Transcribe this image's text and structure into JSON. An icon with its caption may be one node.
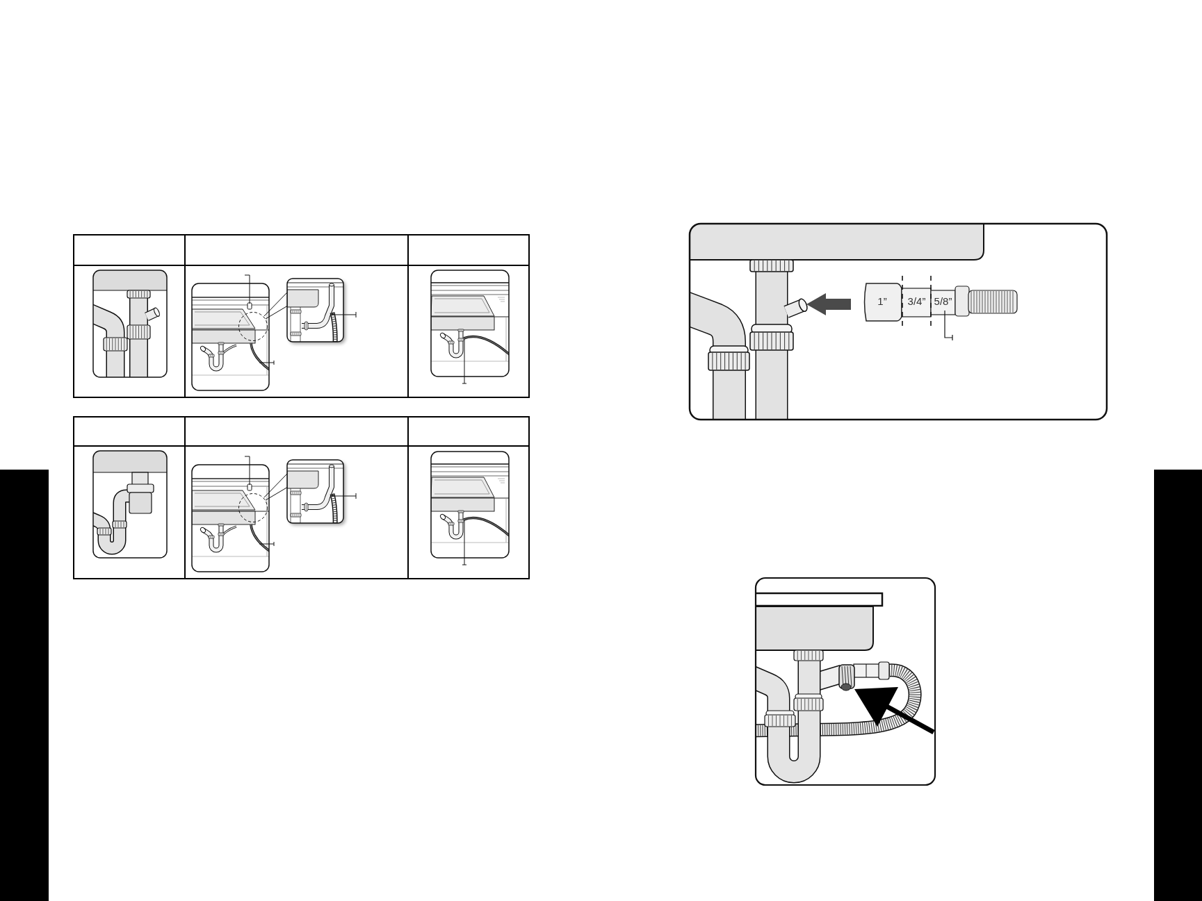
{
  "diagram": {
    "nodes": [
      {
        "text": [],
        "shape": "bar"
      },
      {
        "text": [],
        "shape": "bar"
      }
    ],
    "labels": [
      "1”",
      "3/4”",
      "5/8”"
    ]
  }
}
